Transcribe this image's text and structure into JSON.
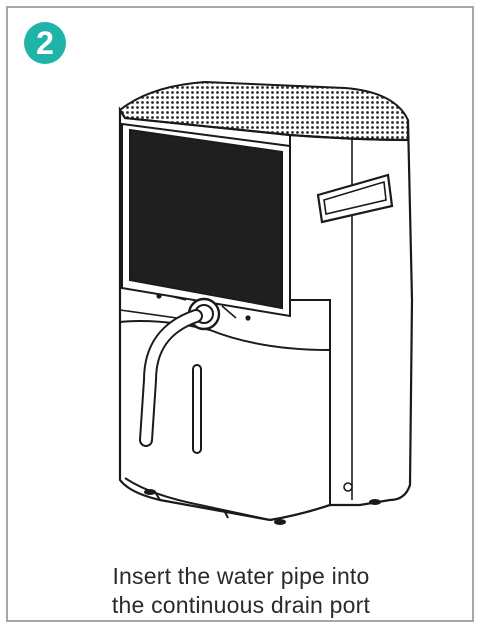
{
  "step": {
    "number": "2",
    "color": "#1fb4a7"
  },
  "illustration": {
    "subject": "dehumidifier with water pipe inserted into drain port",
    "icon": "dehumidifier-icon"
  },
  "caption": {
    "line1": "Insert the water pipe into",
    "line2": "the continuous drain port"
  }
}
